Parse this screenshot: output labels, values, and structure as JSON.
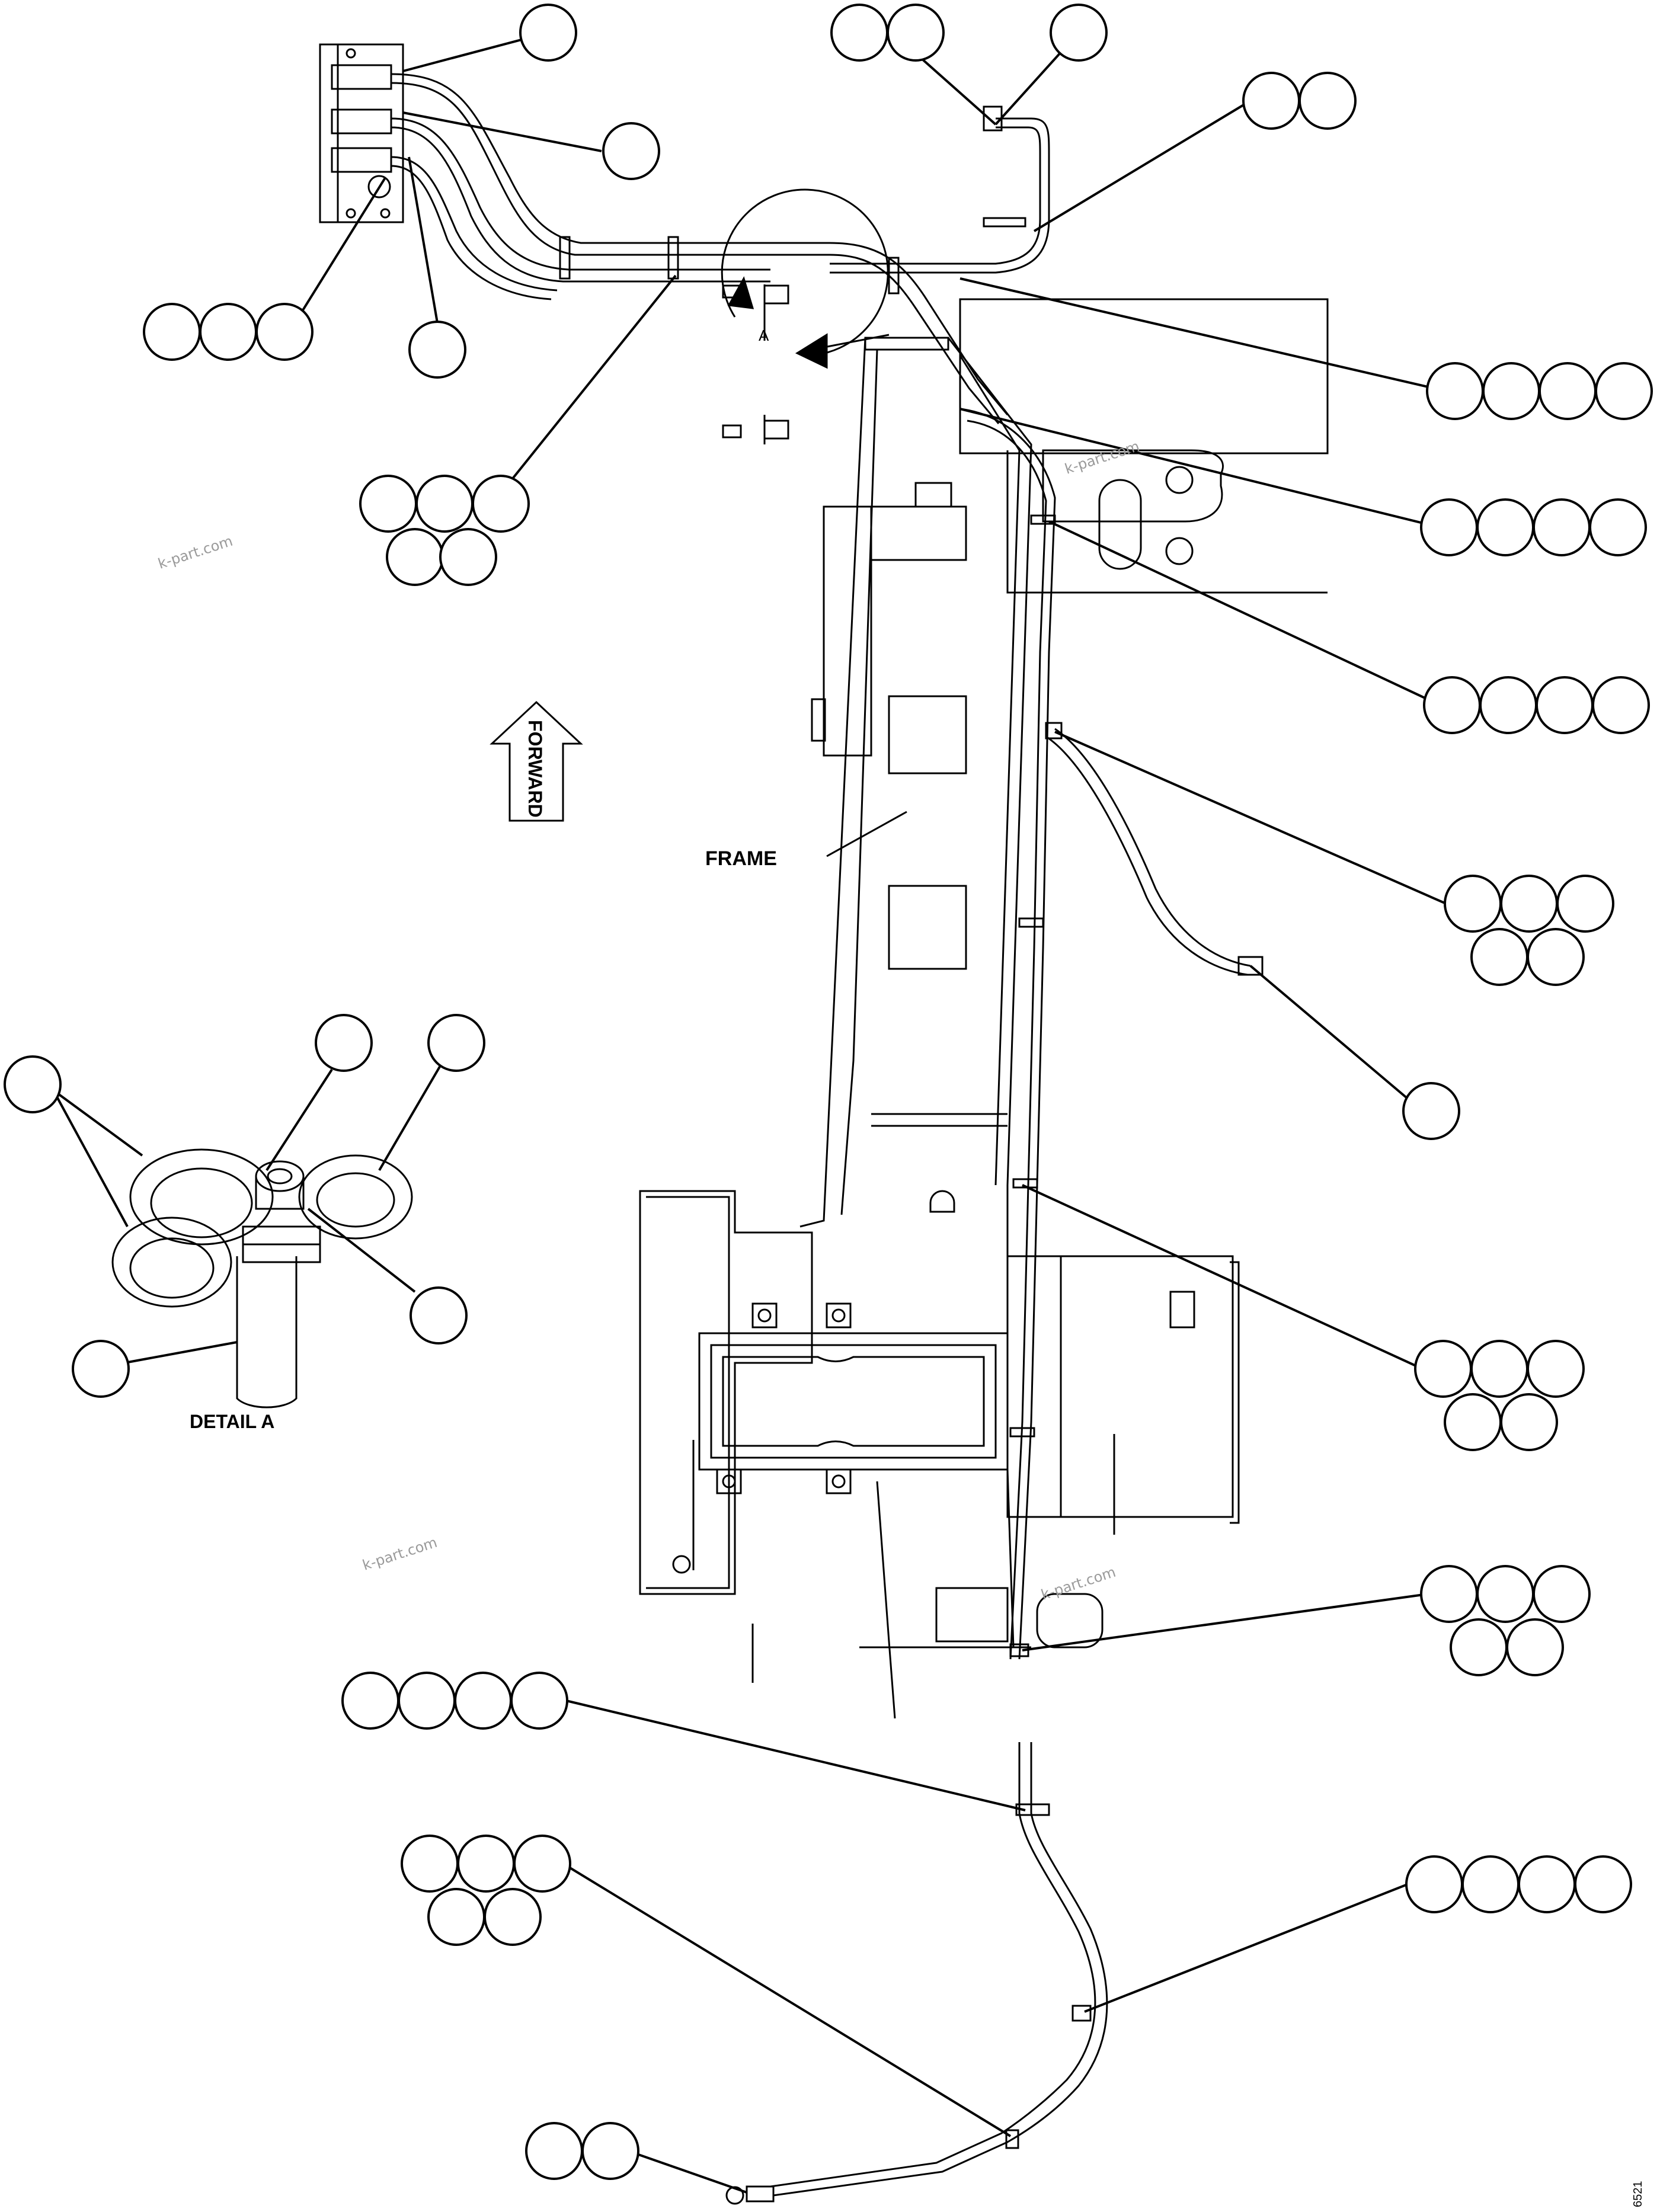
{
  "labels": {
    "frame": "FRAME",
    "forward": "FORWARD",
    "detail": "DETAIL A",
    "view_marker": "A",
    "sheet_code": "6521"
  },
  "watermark": "k-part.com",
  "colors": {
    "ink": "#000000",
    "paper": "#ffffff",
    "watermark": "#9a9a9a"
  }
}
